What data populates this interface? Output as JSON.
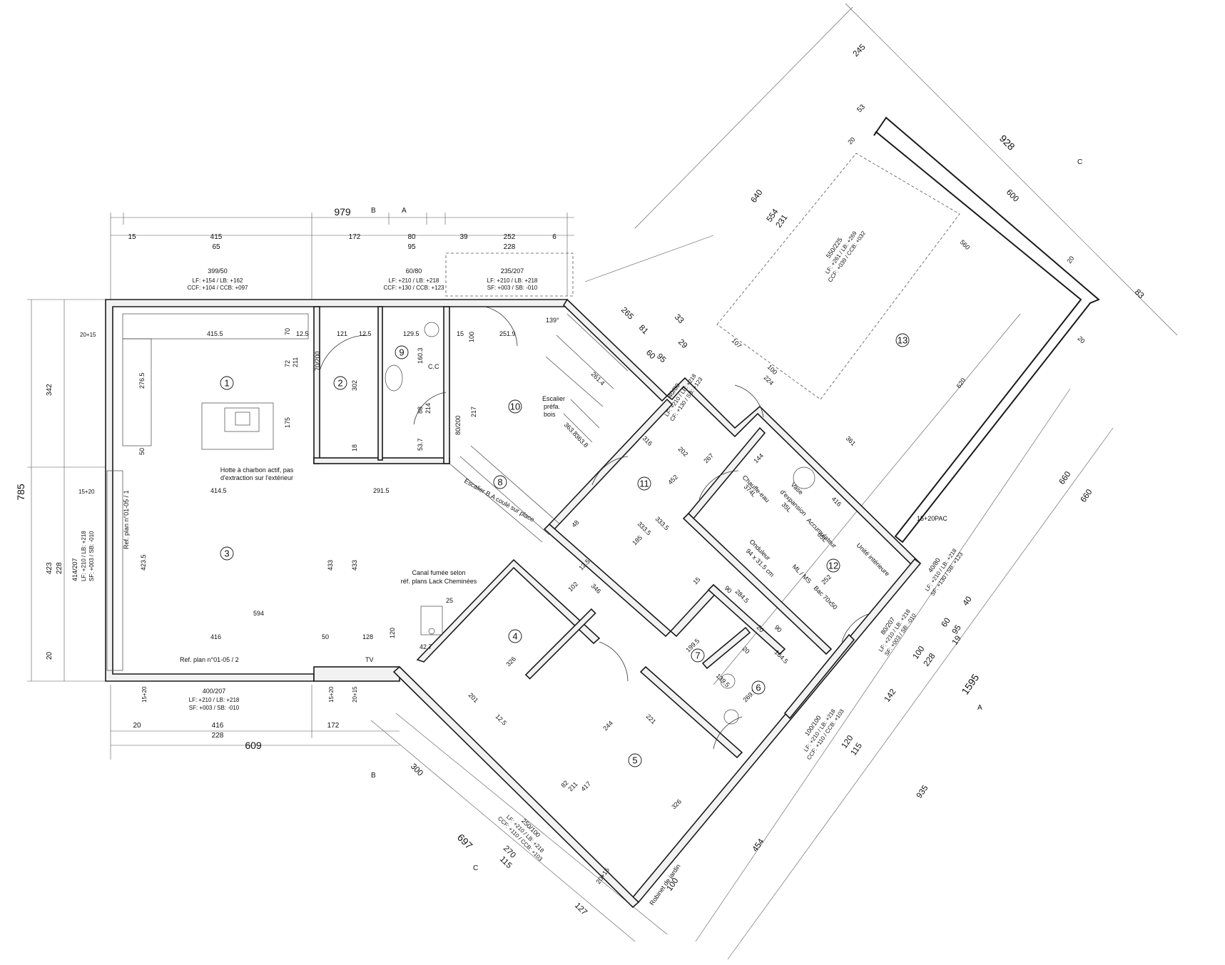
{
  "plan": {
    "overall": {
      "top_width": "979",
      "left_height": "785",
      "bottom_width": "609",
      "diag_total": "1595",
      "diag_935": "935",
      "diag_928": "928",
      "diag_697": "697"
    },
    "section_marks": {
      "a": "A",
      "b": "B",
      "c": "C"
    },
    "top_dims": {
      "row1": [
        "15",
        "415",
        "172",
        "80",
        "39",
        "252",
        "6"
      ],
      "row2": [
        "65",
        "95",
        "228"
      ]
    },
    "left_dims": {
      "d342": "342",
      "d423": "423",
      "d228": "228",
      "d20": "20",
      "d20_15": "20+15",
      "d15_20": "15+20"
    },
    "bottom_dims": {
      "row1": [
        "20",
        "416",
        "172"
      ],
      "row2": [
        "228"
      ],
      "d15_20a": "15+20",
      "d15_20b": "15+20",
      "d20_15": "20+15"
    },
    "openings": {
      "top1": {
        "size": "399/50",
        "l1": "LF: +154 / LB: +162",
        "l2": "CCF: +104 / CCB: +097"
      },
      "top2": {
        "size": "60/80",
        "l1": "LF: +210 / LB: +218",
        "l2": "CCF: +130 / CCB: +123"
      },
      "top3": {
        "size": "235/207",
        "l1": "LF: +210 / LB: +218",
        "l2": "SF: +003 / SB: -010"
      },
      "left": {
        "size": "414/207",
        "l1": "LF: +210 / LB: +218",
        "l2": "SF: +003 / SB: -010"
      },
      "bottom": {
        "size": "400/207",
        "l1": "LF: +210 / LB: +218",
        "l2": "SF: +003 / SB: -010"
      },
      "d13": {
        "size": "550/225",
        "l1": "LF: +261 / LB: +269",
        "l2": "CCF: +039 / CCB: +032"
      },
      "d4080a": {
        "size": "40/80",
        "l1": "LF: +210 / LB: +218",
        "l2": "CF: +130 / SB: +123"
      },
      "d4080b": {
        "size": "40/80",
        "l1": "LF: +210 / LB: +218",
        "l2": "SF: +130 / SB: +123"
      },
      "d80207": {
        "size": "80/207",
        "l1": "LF: +210 / LB: +218",
        "l2": "SF: +003 / SB: -010"
      },
      "d100100": {
        "size": "100/100",
        "l1": "LF: +210 / LB: +218",
        "l2": "CCF: +110 / CCB: +103"
      },
      "d250100": {
        "size": "250/100",
        "l1": "LF: +210 / LB: +218",
        "l2": "CCF: +110 / CCB: +103"
      }
    },
    "rooms": [
      "1",
      "2",
      "3",
      "4",
      "5",
      "6",
      "7",
      "8",
      "9",
      "10",
      "11",
      "12",
      "13"
    ],
    "notes": {
      "hotte": "Hotte à charbon actif, pas",
      "hotte2": "d'extraction sur l'extérieur",
      "escalier_ba": "Escalier B.A coulé sur place",
      "escalier_bois1": "Escalier",
      "escalier_bois2": "préfa.",
      "escalier_bois3": "bois",
      "canal1": "Canal fumée selon",
      "canal2": "réf. plans Lack Cheminées",
      "ref1": "Ref. plan n°01-05 / 1",
      "ref2": "Ref. plan n°01-05 / 2",
      "tv": "TV",
      "cc": "C.C",
      "chauffe": "Chauffe-eau",
      "chauffe2": "374L",
      "vase": "Vase",
      "vase2": "d'expansion",
      "vase3": "35L",
      "accu": "Accumulateur",
      "accu2": "65L",
      "unite": "Unité intérieure",
      "onduleur": "Onduleur",
      "onduleur2": "94 x 31.5 cm",
      "mlms": "ML / MS",
      "bac": "Bac 70x50",
      "pac": "PAC",
      "robinet": "Robinet de jardin"
    },
    "inner_dims": {
      "k415_5": "415.5",
      "k12_5a": "12.5",
      "k121": "121",
      "k12_5b": "12.5",
      "k129_5": "129.5",
      "k15": "15",
      "k100": "100",
      "k251_9": "251.9",
      "k139": "139°",
      "k70": "70",
      "k72": "72",
      "k211": "211",
      "k276_5": "276.5",
      "k50": "50",
      "k175": "175",
      "k302": "302",
      "k18": "18",
      "k160_3": "160.3",
      "k88": "88",
      "k214": "214",
      "k53_7": "53.7",
      "k217": "217",
      "k80_200": "80/200",
      "k70_200": "70/200",
      "k414_5": "414.5",
      "k291_5": "291.5",
      "k423_5": "423.5",
      "k433a": "433",
      "k433b": "433",
      "k594": "594",
      "k416": "416",
      "k50b": "50",
      "k128": "128",
      "k120": "120",
      "k42_7": "42.7",
      "k25": "25",
      "k261_4": "261.4",
      "k363_8a": "363.8",
      "k363_8b": "363.8",
      "k316": "316",
      "k202": "202",
      "k267": "267",
      "k452": "452",
      "k333_5a": "333.5",
      "k333_5b": "333.5",
      "k185": "185",
      "k48": "48",
      "k346": "346",
      "k102": "102",
      "k12_5c": "12.5",
      "k15b": "15",
      "k326": "326",
      "k201": "201",
      "k12_5d": "12.5",
      "k244": "244",
      "k221": "221",
      "k417": "417",
      "k326b": "326",
      "k82": "82",
      "k211b": "211",
      "k199_5": "199.5",
      "k284_5": "284.5",
      "k164_5": "164.5",
      "k139_5": "139.5",
      "k269_5": "269.5",
      "k90a": "90",
      "k90b": "90",
      "k20a": "20",
      "k20b": "20",
      "k144": "144",
      "k416b": "416",
      "k252": "252",
      "k361": "361",
      "k620": "620",
      "k560": "560",
      "k107": "107",
      "k224": "224",
      "k100b": "100"
    },
    "diag_dims": {
      "d245": "245",
      "d53": "53",
      "d20a": "20",
      "d600": "600",
      "d640": "640",
      "d554": "554",
      "d231": "231",
      "d20b": "20",
      "d83": "83",
      "d20c": "20",
      "d265": "265",
      "d81": "81",
      "d33": "33",
      "d60": "60",
      "d95": "95",
      "d29": "29",
      "d660a": "660",
      "d660b": "660",
      "d15_20": "15+20",
      "d40": "40",
      "d60b": "60",
      "d95b": "95",
      "d19": "19",
      "d100": "100",
      "d228": "228",
      "d142": "142",
      "d120": "120",
      "d115": "115",
      "d454": "454",
      "d300": "300",
      "d270": "270",
      "d115b": "115",
      "d127": "127",
      "d100c": "100",
      "d20_15": "20+15"
    }
  }
}
